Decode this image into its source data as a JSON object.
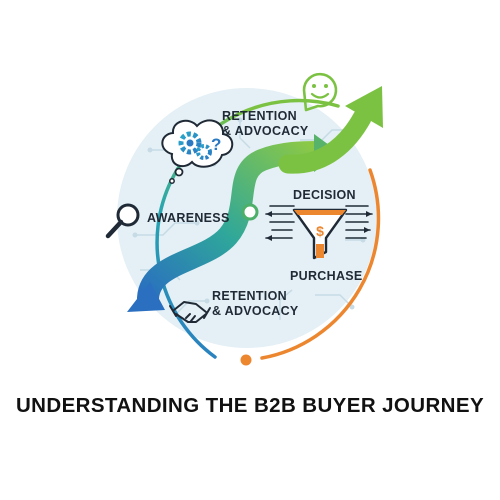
{
  "title": "UNDERSTANDING THE B2B BUYER JOURNEY",
  "stages": {
    "awareness": "AWARENESS",
    "decision": "DECISION",
    "purchase": "PURCHASE",
    "retention_top": [
      "RETENTION",
      "& ADVOCACY"
    ],
    "retention_bottom": [
      "RETENTION",
      "& ADVOCACY"
    ]
  },
  "icons": {
    "smiley": "smiley-speech-bubble-icon",
    "gears": "gears-question-thought-bubble-icon",
    "magnifier": "magnifying-glass-icon",
    "funnel": "dollar-funnel-icon",
    "handshake": "handshake-icon"
  },
  "colors": {
    "green": "#7cc242",
    "teal": "#2fa79a",
    "blue": "#2a79c2",
    "orange": "#ec8730",
    "navy": "#1f2a36"
  }
}
